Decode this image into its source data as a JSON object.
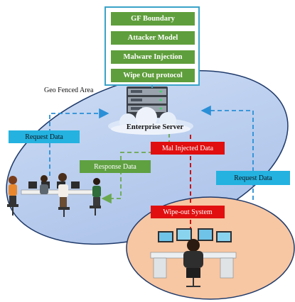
{
  "process_steps": [
    "GF Boundary",
    "Attacker Model",
    "Malware Injection",
    "Wipe Out protocol"
  ],
  "labels": {
    "geo_fenced_area": "Geo Fenced Area",
    "enterprise_server": "Enterprise Server",
    "request_data_left": "Request Data",
    "response_data": "Response Data",
    "mal_injected_data": "Mal Injected Data",
    "request_data_right": "Request Data",
    "wipe_out_system": "Wipe-out System"
  },
  "colors": {
    "geo_fence_fill": "#bfd1ee",
    "attacker_zone_fill": "#f7c6a2",
    "step_green": "#5f9e3c",
    "request_cyan": "#24b2e0",
    "malicious_red": "#e10f0f",
    "response_green": "#5fa041",
    "frame_blue": "#3aa3c8"
  },
  "icons": [
    "server-rack-icon",
    "cloud-icon",
    "office-workers-icon",
    "attacker-workstation-icon"
  ]
}
